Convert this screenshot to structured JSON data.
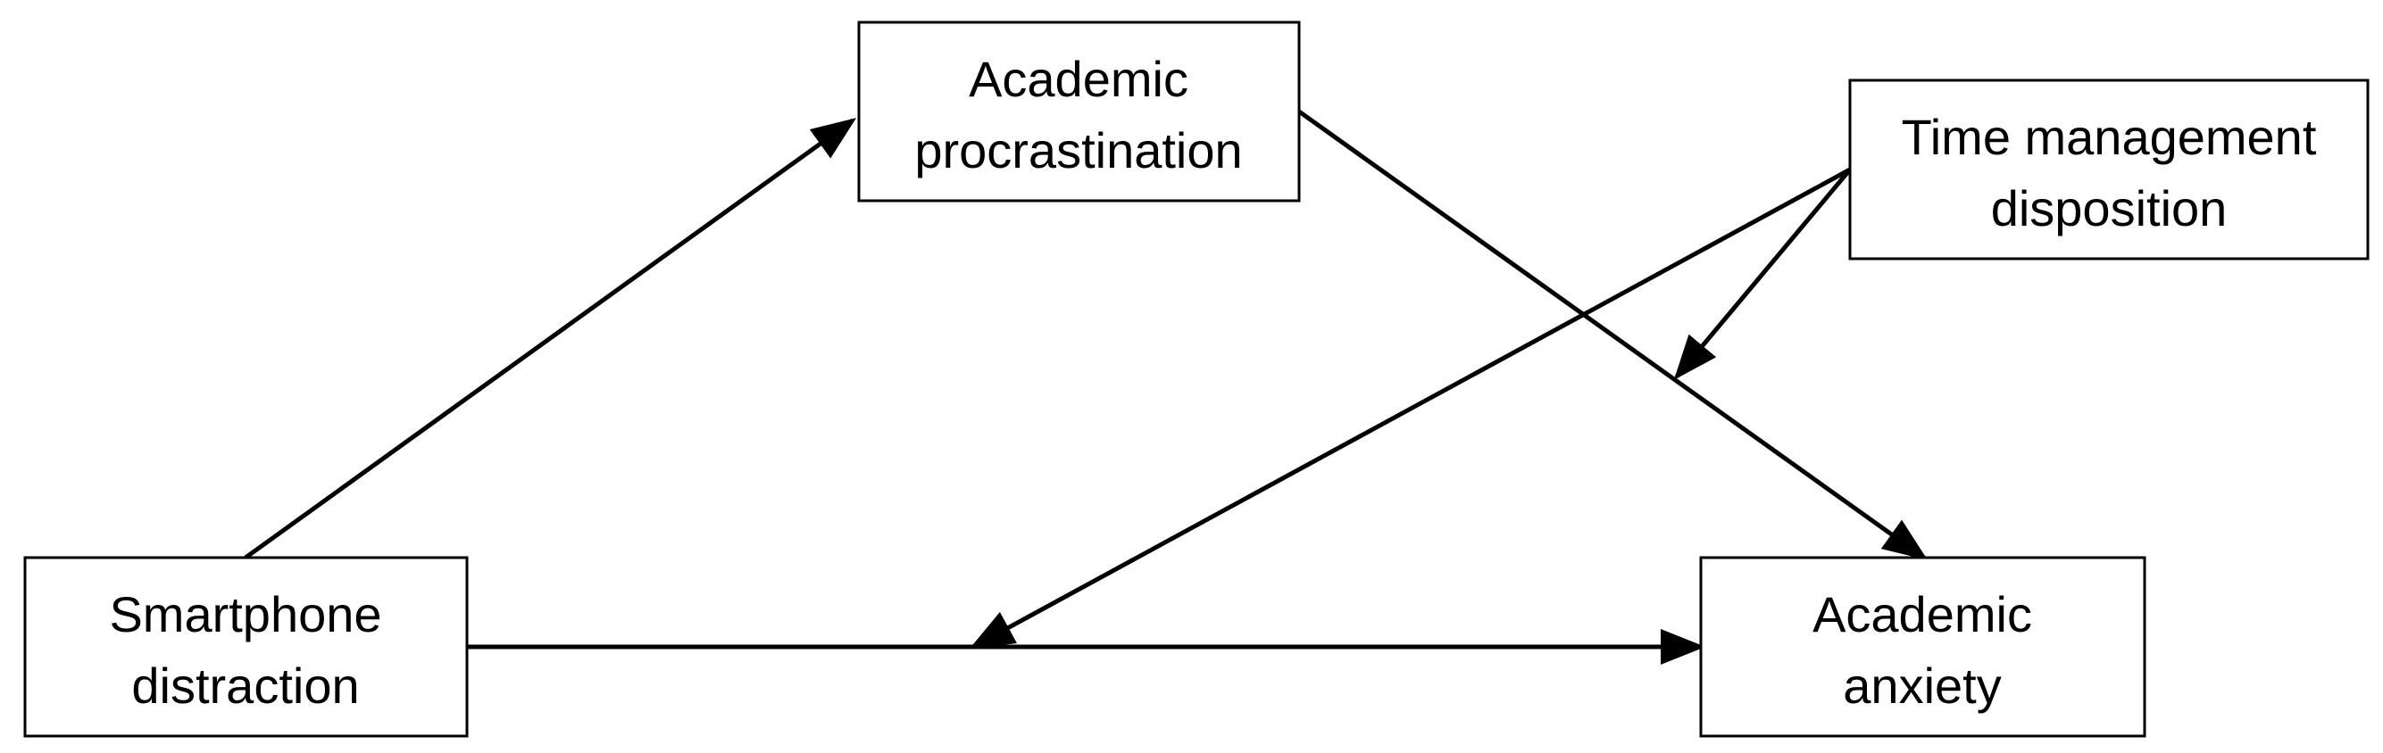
{
  "nodes": {
    "smartphone": {
      "line1": "Smartphone",
      "line2": "distraction"
    },
    "procrastination": {
      "line1": "Academic",
      "line2": "procrastination"
    },
    "anxiety": {
      "line1": "Academic",
      "line2": "anxiety"
    },
    "time_management": {
      "line1": "Time management",
      "line2": "disposition"
    }
  },
  "colors": {
    "stroke": "#000000",
    "fill": "#ffffff"
  }
}
